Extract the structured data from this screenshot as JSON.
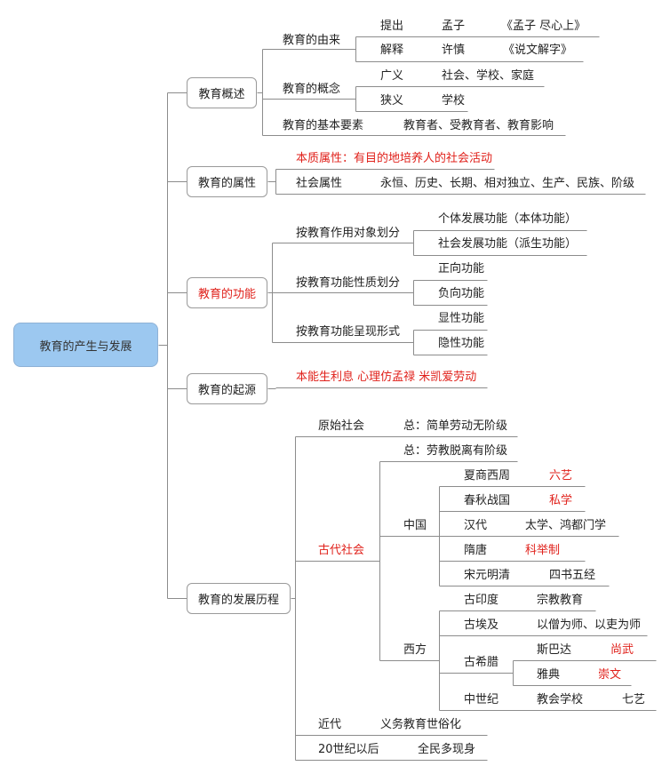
{
  "colors": {
    "line": "#8c8c8c",
    "red": "#e0211b",
    "root_fill": "#9cc8f0",
    "text": "#222222"
  },
  "root": "教育的产生与发展",
  "b1": {
    "label": "教育概述",
    "origin": "教育的由来",
    "tiyi": "提出",
    "mengzi": "孟子",
    "mengzi_book": "《孟子 尽心上》",
    "jieshi": "解释",
    "xushen": "许慎",
    "shuowen": "《说文解字》",
    "concept": "教育的概念",
    "guangyi": "广义",
    "guangyi_v": "社会、学校、家庭",
    "xiayi": "狭义",
    "xiayi_v": "学校",
    "elements": "教育的基本要素",
    "elements_v": "教育者、受教育者、教育影响"
  },
  "b2": {
    "label": "教育的属性",
    "essence": "本质属性：有目的地培养人的社会活动",
    "social": "社会属性",
    "social_v": "永恒、历史、长期、相对独立、生产、民族、阶级"
  },
  "b3": {
    "label": "教育的功能",
    "g1": "按教育作用对象划分",
    "g1a": "个体发展功能（本体功能）",
    "g1b": "社会发展功能（派生功能）",
    "g2": "按教育功能性质划分",
    "g2a": "正向功能",
    "g2b": "负向功能",
    "g3": "按教育功能呈现形式",
    "g3a": "显性功能",
    "g3b": "隐性功能"
  },
  "b4": {
    "label": "教育的起源",
    "theories": "本能生利息 心理仿孟禄 米凯爱劳动"
  },
  "b5": {
    "label": "教育的发展历程",
    "primitive": "原始社会",
    "primitive_v": "总：简单劳动无阶级",
    "ancient": "古代社会",
    "ancient_total": "总：劳教脱离有阶级",
    "china": "中国",
    "xsz": "夏商西周",
    "xsz_v": "六艺",
    "cqzg": "春秋战国",
    "cqzg_v": "私学",
    "han": "汉代",
    "han_v": "太学、鸿都门学",
    "st": "隋唐",
    "st_v": "科举制",
    "symq": "宋元明清",
    "symq_v": "四书五经",
    "west": "西方",
    "india": "古印度",
    "india_v": "宗教教育",
    "egypt": "古埃及",
    "egypt_v": "以僧为师、以吏为师",
    "greece": "古希腊",
    "sparta": "斯巴达",
    "sparta_v": "尚武",
    "athens": "雅典",
    "athens_v": "崇文",
    "medieval": "中世纪",
    "medieval_v1": "教会学校",
    "medieval_v2": "七艺",
    "modern": "近代",
    "modern_v": "义务教育世俗化",
    "c20": "20世纪以后",
    "c20_v": "全民多现身"
  }
}
